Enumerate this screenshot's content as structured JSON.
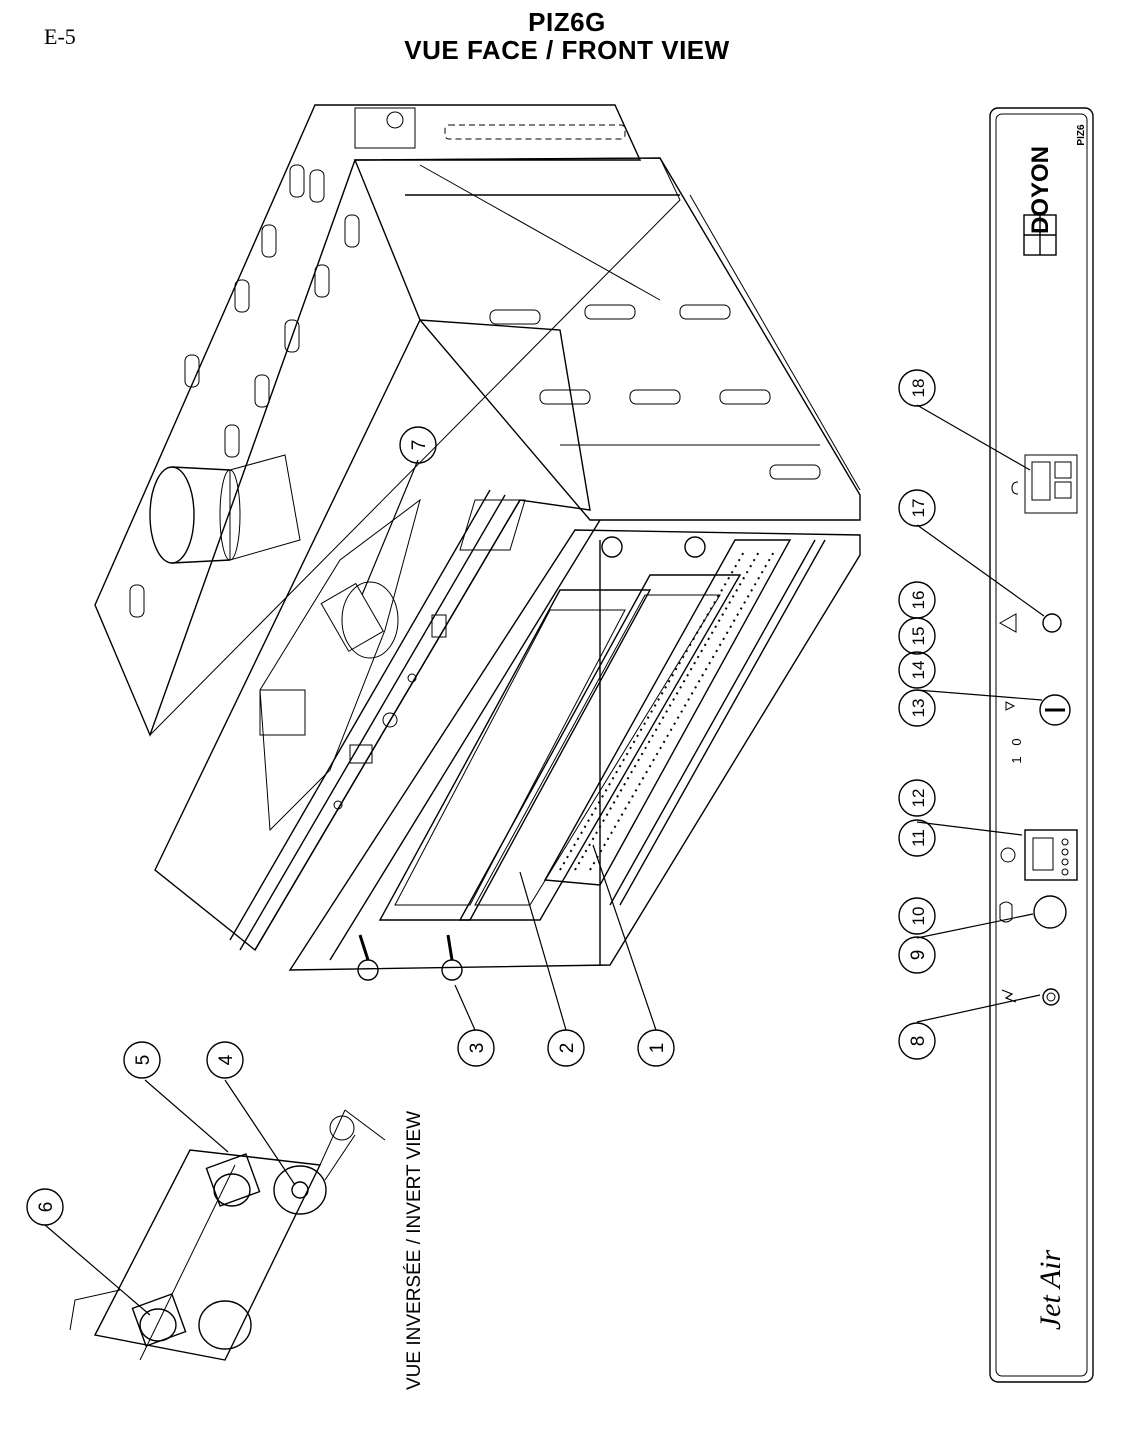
{
  "header": {
    "page_number": "E-5",
    "model": "PIZ6G",
    "view_title": "VUE FACE / FRONT VIEW"
  },
  "inset": {
    "label": "VUE INVERSÉE / INVERT VIEW"
  },
  "panel": {
    "brand": "DOYON",
    "model_tag": "PIZ6",
    "script_logo": "Jet Air",
    "switch_positions": [
      "0",
      "1"
    ]
  },
  "callouts": [
    {
      "id": "callout-1",
      "label": "1"
    },
    {
      "id": "callout-2",
      "label": "2"
    },
    {
      "id": "callout-3",
      "label": "3"
    },
    {
      "id": "callout-4",
      "label": "4"
    },
    {
      "id": "callout-5",
      "label": "5"
    },
    {
      "id": "callout-6",
      "label": "6"
    },
    {
      "id": "callout-7",
      "label": "7"
    },
    {
      "id": "callout-8",
      "label": "8"
    },
    {
      "id": "callout-9",
      "label": "9"
    },
    {
      "id": "callout-10",
      "label": "10"
    },
    {
      "id": "callout-11",
      "label": "11"
    },
    {
      "id": "callout-12",
      "label": "12"
    },
    {
      "id": "callout-13",
      "label": "13"
    },
    {
      "id": "callout-14",
      "label": "14"
    },
    {
      "id": "callout-15",
      "label": "15"
    },
    {
      "id": "callout-16",
      "label": "16"
    },
    {
      "id": "callout-17",
      "label": "17"
    },
    {
      "id": "callout-18",
      "label": "18"
    }
  ]
}
